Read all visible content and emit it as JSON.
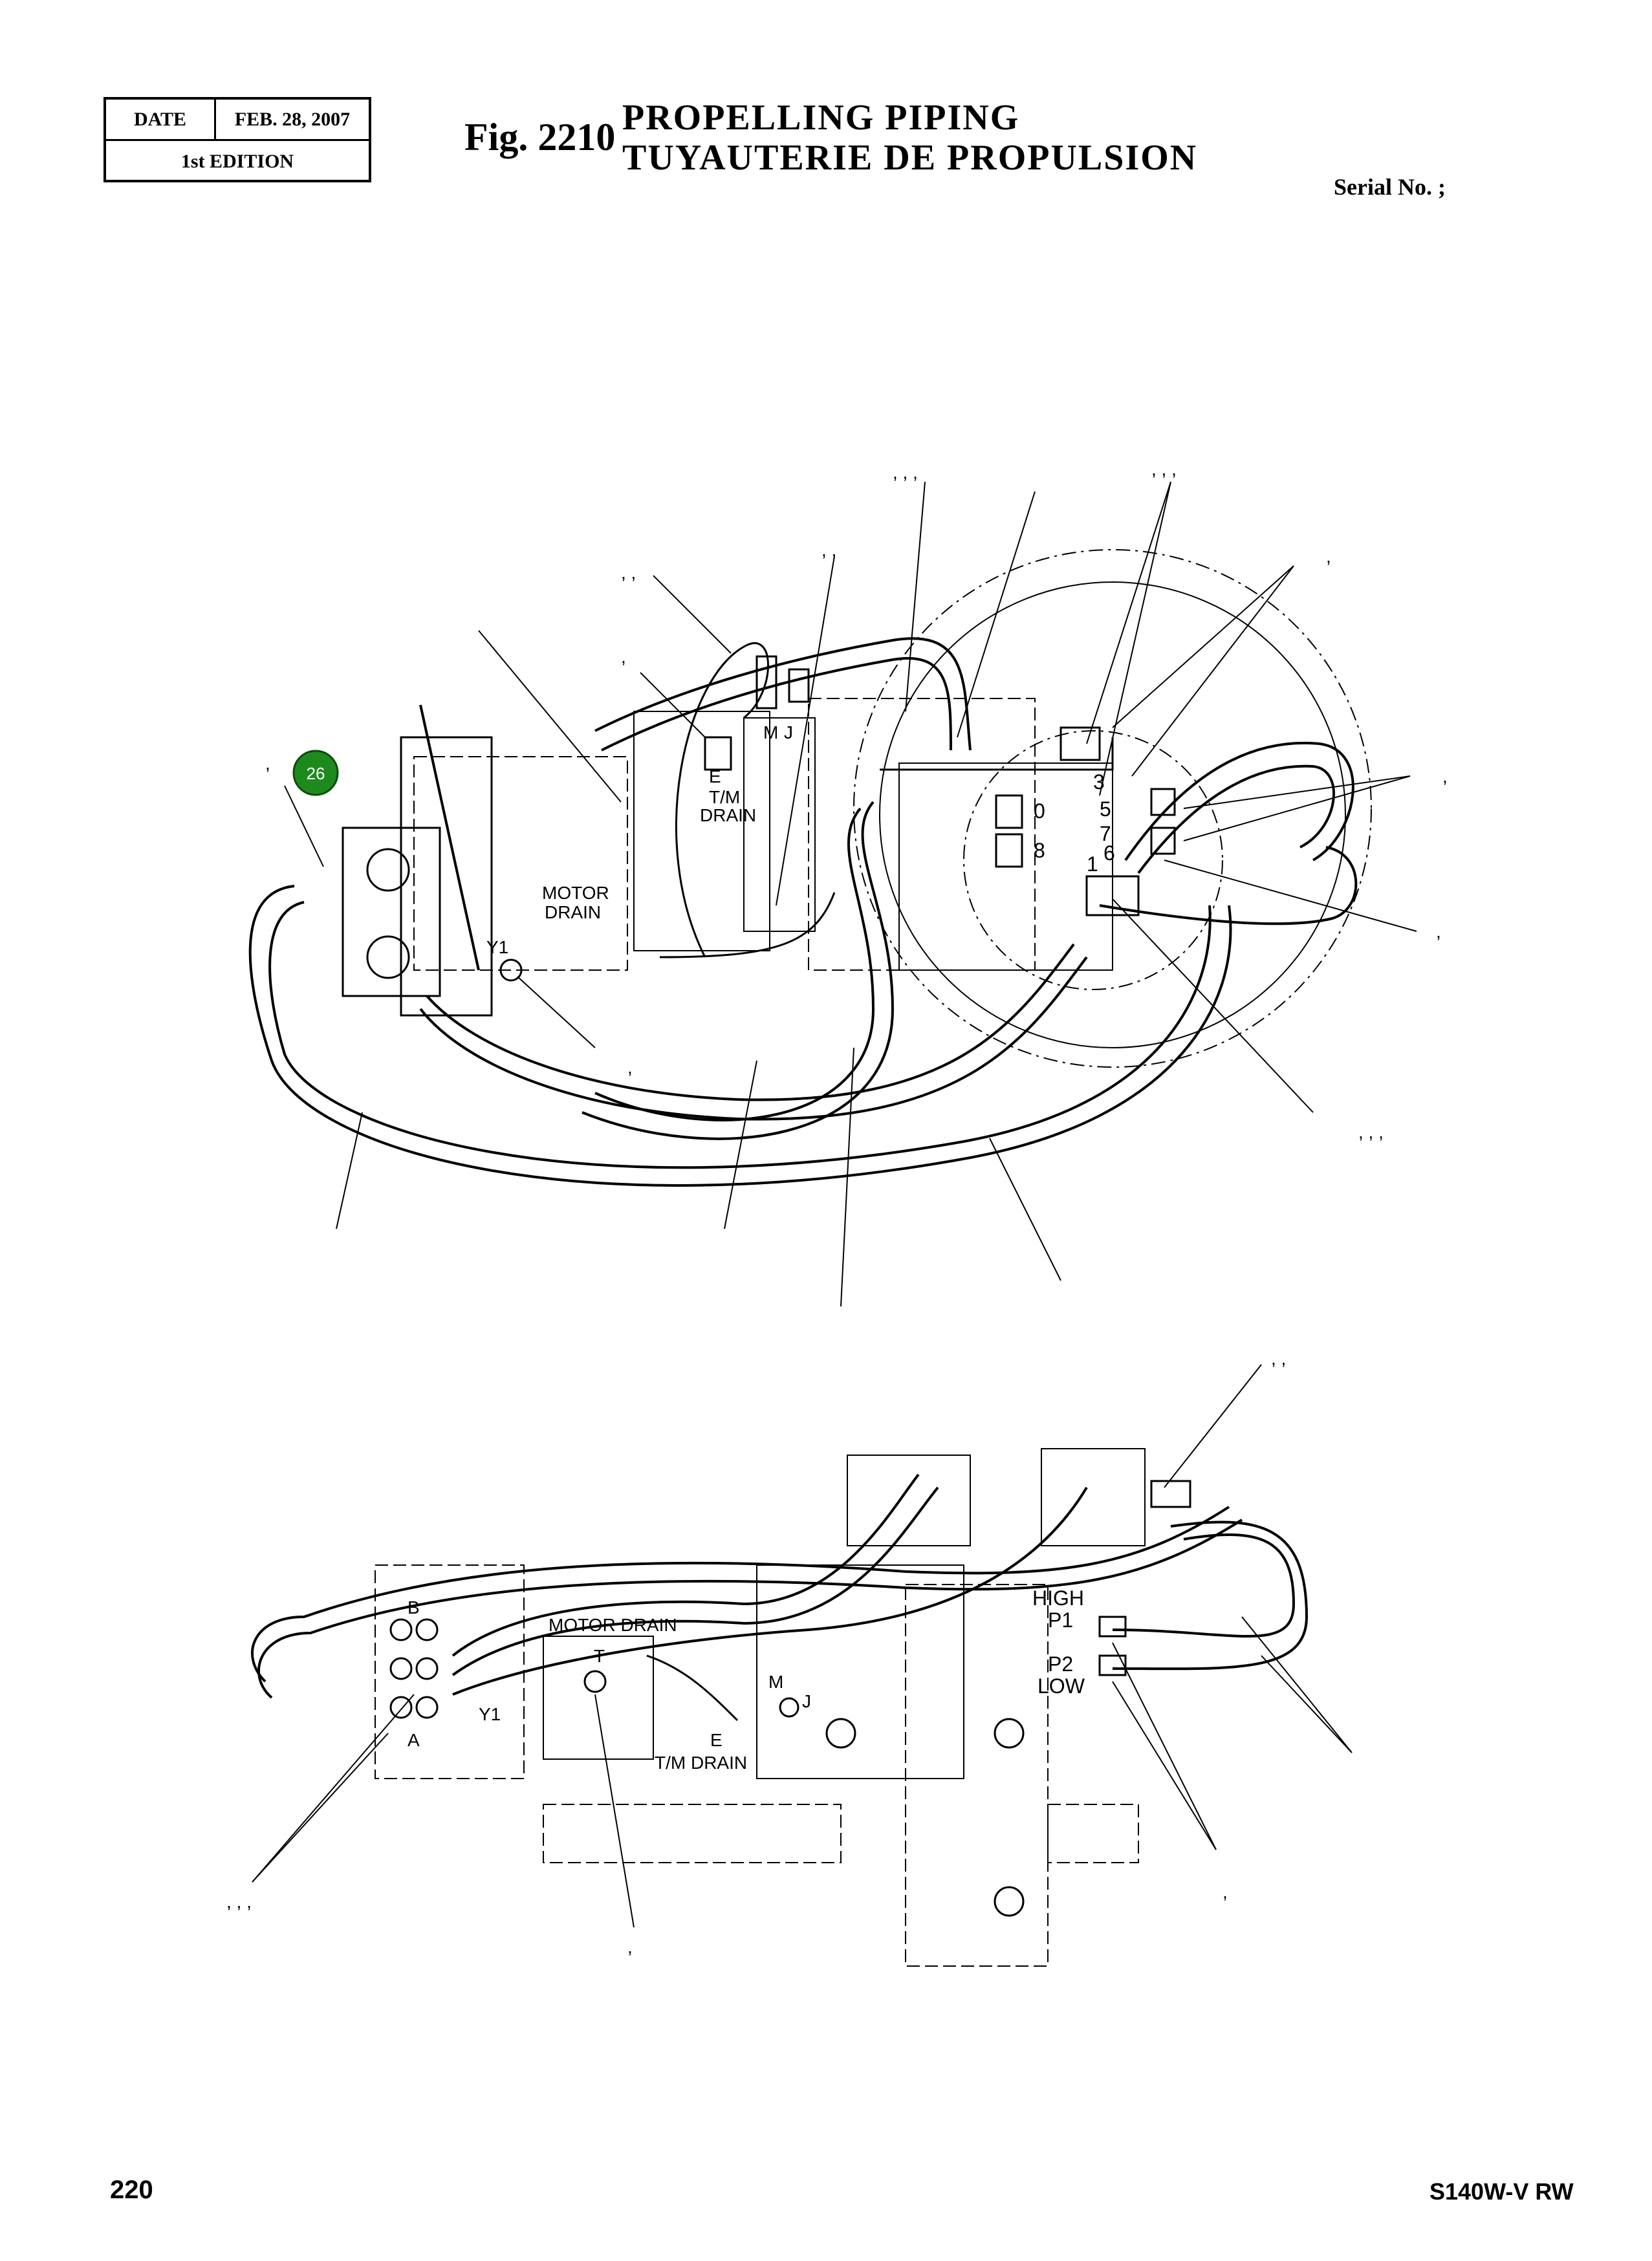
{
  "header": {
    "date_label": "DATE",
    "date_value": "FEB. 28, 2007",
    "edition": "1st EDITION",
    "fig_number": "Fig. 2210",
    "title_en": "PROPELLING PIPING",
    "title_fr": "TUYAUTERIE DE PROPULSION",
    "serial": "Serial No. ;"
  },
  "footer": {
    "page_number": "220",
    "model": "S140W-V RW"
  },
  "upper_view": {
    "labels": {
      "m": "M",
      "j": "J",
      "e": "E",
      "tm_drain_1": "T/M",
      "tm_drain_2": "DRAIN",
      "motor_drain_1": "MOTOR",
      "motor_drain_2": "DRAIN",
      "y1": "Y1",
      "n0": "0",
      "n1": "1",
      "n3": "3",
      "n5": "5",
      "n6": "6",
      "n7": "7",
      "n8": "8"
    },
    "badge": {
      "number": "26",
      "color": "#1e8a1e"
    }
  },
  "lower_view": {
    "labels": {
      "b": "B",
      "a": "A",
      "motor_drain": "MOTOR DRAIN",
      "t": "T",
      "y1": "Y1",
      "m": "M",
      "j": "J",
      "e": "E",
      "tm_drain": "T/M DRAIN",
      "high": "HIGH",
      "p1": "P1",
      "p2": "P2",
      "low": "LOW"
    }
  },
  "callout_marks": {
    "c1": ",  ,  ,",
    "c2": ",  ,  ,",
    "c3": ",  ,",
    "c4": ",",
    "c5": ",  ,",
    "c6": ",",
    "c7": ",",
    "c8": ",",
    "c9": ",",
    "c10": ",",
    "c11": ",  ,  ,",
    "c12": ",  ,",
    "c13": ",  ,  ,",
    "c14": ",",
    "c15": ","
  }
}
